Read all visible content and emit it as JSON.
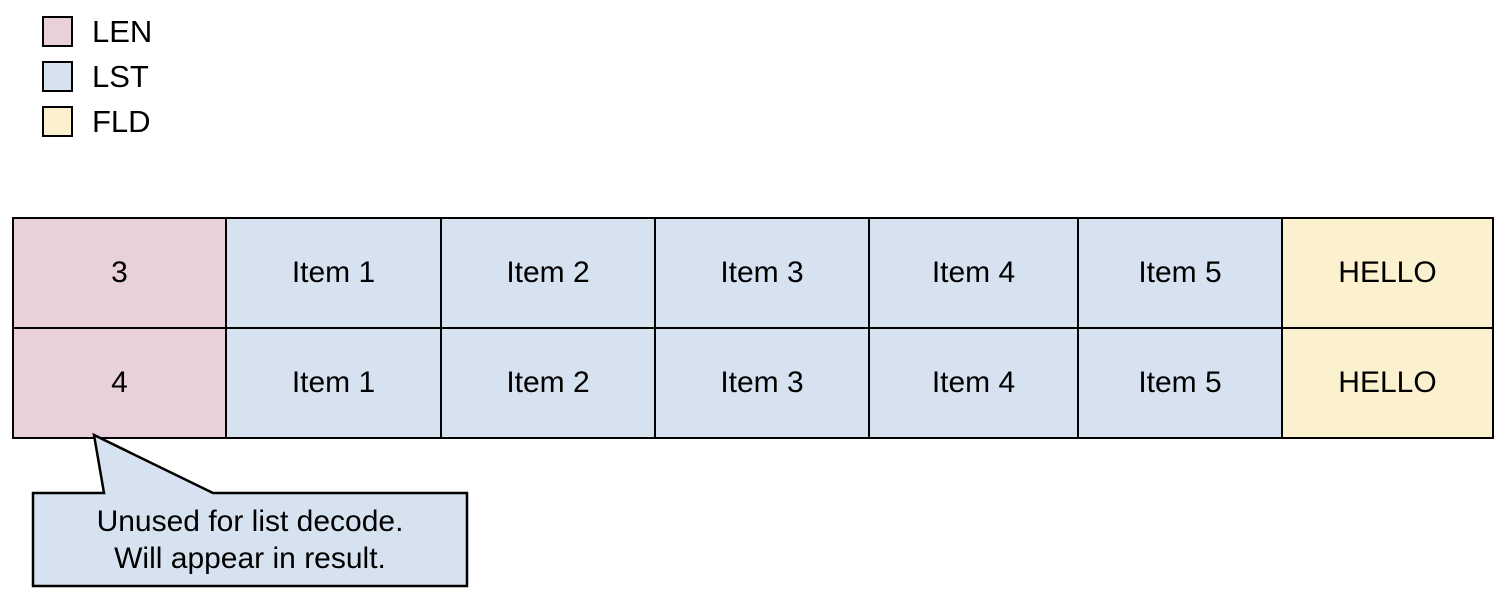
{
  "colors": {
    "len": "#e8d1da",
    "lst": "#d6e2f0",
    "fld": "#fbf1cf",
    "line": "#000000",
    "background": "#ffffff",
    "text": "#000000"
  },
  "legend": {
    "items": [
      {
        "label": "LEN",
        "color": "#e8d1da"
      },
      {
        "label": "LST",
        "color": "#d6e2f0"
      },
      {
        "label": "FLD",
        "color": "#fbf1cf"
      }
    ]
  },
  "table": {
    "rows": [
      {
        "cells": [
          {
            "text": "3",
            "type": "LEN"
          },
          {
            "text": "Item 1",
            "type": "LST"
          },
          {
            "text": "Item 2",
            "type": "LST"
          },
          {
            "text": "Item 3",
            "type": "LST"
          },
          {
            "text": "Item 4",
            "type": "LST"
          },
          {
            "text": "Item 5",
            "type": "LST"
          },
          {
            "text": "HELLO",
            "type": "FLD"
          }
        ]
      },
      {
        "cells": [
          {
            "text": "4",
            "type": "LEN"
          },
          {
            "text": "Item 1",
            "type": "LST"
          },
          {
            "text": "Item 2",
            "type": "LST"
          },
          {
            "text": "Item 3",
            "type": "LST"
          },
          {
            "text": "Item 4",
            "type": "LST"
          },
          {
            "text": "Item 5",
            "type": "LST"
          },
          {
            "text": "HELLO",
            "type": "FLD"
          }
        ]
      }
    ]
  },
  "callout": {
    "lines": [
      "Unused for list decode.",
      "Will appear in result."
    ]
  }
}
